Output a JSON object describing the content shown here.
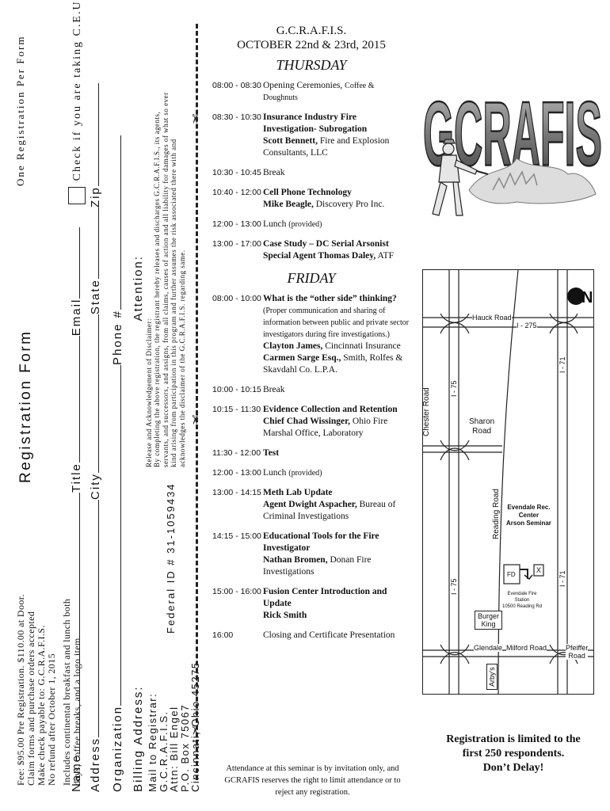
{
  "registration": {
    "fee_lines": [
      "Fee: $95.00 Pre Registration. $110.00 at Door.",
      "Claim forms and purchase orders accepted",
      "Make check payable to: G.C.R.A.F.I.S.",
      "No refund after October 1, 2015"
    ],
    "includes_lines": [
      "Includes continental breakfast and lunch both",
      "days, coffee breaks, and a logo item."
    ],
    "title": "Registration Form",
    "fields": {
      "name": "Name",
      "title": "Title",
      "address": "Address",
      "city": "City",
      "state": "State",
      "zip": "Zip",
      "email": "Email",
      "organization": "Organization",
      "phone": "Phone #"
    },
    "one_per_form": "One Registration Per Form",
    "ceu_check": "Check if you are taking C.E.U. Test",
    "billing_address": "Billing Address:",
    "attention": "Attention:",
    "mail_lines": [
      "Mail to Registrar:",
      "G.C.R.A.F.I.S.",
      "Attn: Bill Engel",
      "P.O. Box 75067",
      "Cincinnati, Ohio 45275"
    ],
    "federal_id": "Federal ID # 31-1059434",
    "disclaimer_lines": [
      "Release and Acknowledgement of Disclaimer:",
      "By completing the above registration, the registrant hereby releases and discharges G.C.R.A.F.I.S., its agents,",
      "servants, and successors, and assigns, from all claims, causes of action and all liability for damages of what so ever",
      "kind arising from participation in this program and further assumes the risk associated there with and",
      "acknowledges the disclaimer of the G.C.R.A.F.I.S. regarding same."
    ]
  },
  "schedule": {
    "org": "G.C.R.A.F.I.S.",
    "dates": "OCTOBER 22nd & 23rd, 2015",
    "thursday": {
      "label": "THURSDAY",
      "sessions": [
        {
          "time": "08:00 - 08:30",
          "title": "Opening Ceremonies,",
          "sub": "Coffee & Doughnuts",
          "speaker": "",
          "affil": ""
        },
        {
          "time": "08:30 - 10:30",
          "title": "Insurance Industry Fire Investigation- Subrogation",
          "sub": "",
          "speaker": "Scott Bennett,",
          "affil": "Fire and Explosion Consultants, LLC"
        },
        {
          "time": "10:30 - 10:45",
          "title": "Break",
          "sub": "",
          "speaker": "",
          "affil": ""
        },
        {
          "time": "10:40 - 12:00",
          "title": "Cell Phone Technology",
          "sub": "",
          "speaker": "Mike Beagle,",
          "affil": "Discovery Pro Inc."
        },
        {
          "time": "12:00 - 13:00",
          "title": "Lunch",
          "sub": "(provided)",
          "speaker": "",
          "affil": ""
        },
        {
          "time": "13:00 - 17:00",
          "title": "Case Study – DC Serial Arsonist",
          "sub": "",
          "speaker": "Special Agent Thomas Daley,",
          "affil": "ATF"
        }
      ]
    },
    "friday": {
      "label": "FRIDAY",
      "sessions": [
        {
          "time": "08:00 - 10:00",
          "title": "What is the “other side” thinking?",
          "sub": "(Proper communication and sharing of information between public and private sector investigators during fire investigations.)",
          "speaker": "Clayton James,",
          "affil": "Cincinnati Insurance",
          "speaker2": "Carmen Sarge Esq.,",
          "affil2": "Smith, Rolfes & Skavdahl Co. L.P.A."
        },
        {
          "time": "10:00 - 10:15",
          "title": "Break",
          "sub": "",
          "speaker": "",
          "affil": ""
        },
        {
          "time": "10:15 - 11:30",
          "title": "Evidence Collection and Retention",
          "sub": "",
          "speaker": "Chief Chad Wissinger,",
          "affil": "Ohio Fire Marshal Office, Laboratory"
        },
        {
          "time": "11:30 - 12:00",
          "title": "Test",
          "sub": "",
          "speaker": "",
          "affil": ""
        },
        {
          "time": "12:00 - 13:00",
          "title": "Lunch",
          "sub": "(provided)",
          "speaker": "",
          "affil": ""
        },
        {
          "time": "13:00 - 14:15",
          "title": "Meth Lab Update",
          "sub": "",
          "speaker": "Agent Dwight Aspacher,",
          "affil": "Bureau of Criminal Investigations"
        },
        {
          "time": "14:15 - 15:00",
          "title": "Educational Tools for the Fire Investigator",
          "sub": "",
          "speaker": "Nathan Bromen,",
          "affil": "Donan Fire Investigations"
        },
        {
          "time": "15:00 - 16:00",
          "title": "Fusion Center Introduction and Update",
          "sub": "",
          "speaker": "Rick Smith",
          "affil": ""
        },
        {
          "time": "16:00",
          "title": "Closing and Certificate Presentation",
          "sub": "",
          "speaker": "",
          "affil": ""
        }
      ]
    },
    "attendance_note": "Attendance at this seminar is by invitation only, and GCRAFIS reserves the right to limit attendance or to reject any registration."
  },
  "logo": {
    "text": "GCRAFIS"
  },
  "map": {
    "north": "N",
    "hauck_road": "Hauck Road",
    "i275": "I - 275",
    "chester_road": "Chester Road",
    "i75_top": "I - 75",
    "i71_top": "I - 71",
    "sharon_road": [
      "Sharon",
      "Road"
    ],
    "reading_road": "Reading Road",
    "center": [
      "Evendale Rec.",
      "Center",
      "Arson Seminar"
    ],
    "fd": "FD",
    "x": "X",
    "i75_bottom": "I - 75",
    "i71_bottom": "I - 71",
    "station": [
      "Evendale Fire",
      "Station",
      "10500 Reading Rd"
    ],
    "burger_king": [
      "Burger",
      "King"
    ],
    "glendale": "Glendale",
    "milford_road": "Milford Road",
    "pfeiffer_road": [
      "Pfeiffer",
      "Road"
    ],
    "arbys": "Arby's"
  },
  "notice": [
    "Registration is limited to the",
    "first  250 respondents.",
    "Don’t Delay!"
  ]
}
